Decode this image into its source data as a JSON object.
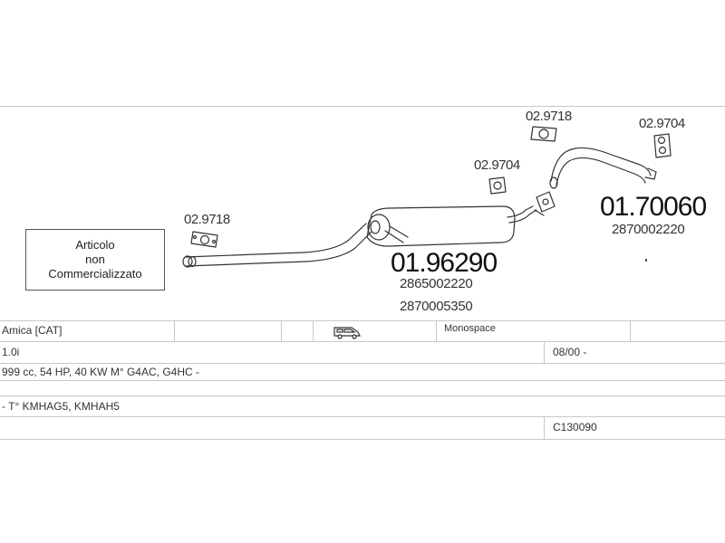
{
  "colors": {
    "line": "#c8c8c8",
    "drawing": "#333333",
    "text": "#222222",
    "background": "#ffffff"
  },
  "not_sold_box": {
    "line1": "Articolo",
    "line2": "non",
    "line3": "Commercializzato"
  },
  "parts": {
    "gasket_front": "02.9718",
    "gasket_mid": "02.9704",
    "gasket_upper": "02.9718",
    "gasket_rear": "02.9704",
    "middle_silencer": {
      "code": "01.96290",
      "oe1": "2865002220",
      "oe2": "2870005350"
    },
    "rear_pipe": {
      "code": "01.70060",
      "oe1": "2870002220"
    }
  },
  "table": {
    "row1": {
      "model": "Amica  [CAT]",
      "body_icon": "van-icon",
      "body_type": "Monospace"
    },
    "row2": {
      "engine": "1.0i",
      "years": "08/00 -"
    },
    "row3": {
      "specs": "999 cc, 54 HP, 40 KW M° G4AC, G4HC -"
    },
    "row4": {
      "types": "- T° KMHAG5, KMHAH5"
    },
    "row5": {
      "catalog_code": "C130090"
    }
  }
}
